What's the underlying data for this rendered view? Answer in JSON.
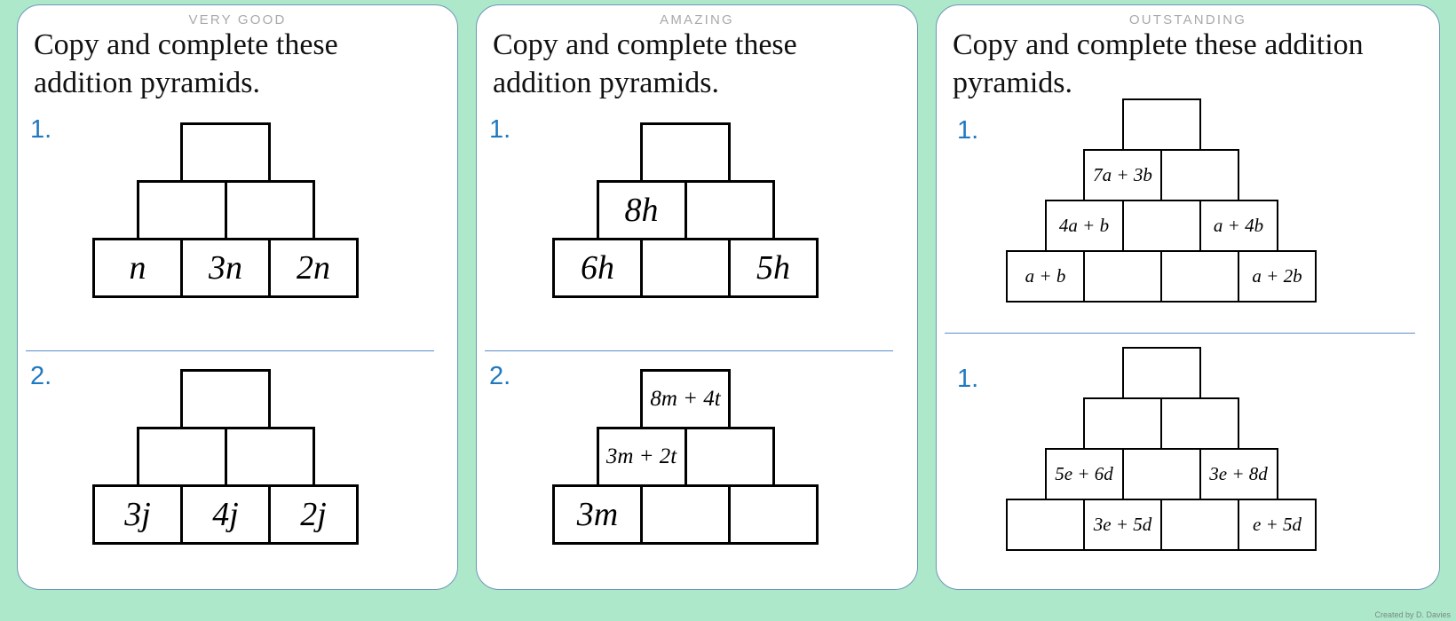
{
  "background_color": "#ACE8C9",
  "accent_color": "#1F79C0",
  "divider_color": "#5B8DC8",
  "banner_color": "#A9A9A9",
  "footer": {
    "text": "Created by D. Davies"
  },
  "cards": [
    {
      "banner": "VERY GOOD",
      "heading": "Copy and complete these addition pyramids.",
      "questions": [
        {
          "number": "1.",
          "pyramid": {
            "rows": 3,
            "size": "big",
            "cells": [
              [
                "",
                "",
                ""
              ],
              [
                "",
                "",
                ""
              ],
              [
                "n",
                "3n",
                "2n"
              ]
            ]
          }
        },
        {
          "number": "2.",
          "pyramid": {
            "rows": 3,
            "size": "big",
            "cells": [
              [
                "",
                "",
                ""
              ],
              [
                "",
                "",
                ""
              ],
              [
                "3j",
                "4j",
                "2j"
              ]
            ]
          }
        }
      ]
    },
    {
      "banner": "AMAZING",
      "heading": "Copy and complete these addition pyramids.",
      "questions": [
        {
          "number": "1.",
          "pyramid": {
            "rows": 3,
            "size": "big",
            "cells": [
              [
                "",
                "",
                ""
              ],
              [
                "8h",
                "",
                ""
              ],
              [
                "6h",
                "",
                "5h"
              ]
            ]
          }
        },
        {
          "number": "2.",
          "pyramid": {
            "rows": 3,
            "size": "big",
            "cells": [
              [
                "8m + 4t",
                "",
                ""
              ],
              [
                "3m + 2t",
                "",
                ""
              ],
              [
                "3m",
                "",
                ""
              ]
            ]
          }
        }
      ]
    },
    {
      "banner": "OUTSTANDING",
      "heading": "Copy and complete these addition pyramids.",
      "questions": [
        {
          "number": "1.",
          "pyramid": {
            "rows": 4,
            "size": "small",
            "cells": [
              [
                "",
                "",
                "",
                ""
              ],
              [
                "7a + 3b",
                "",
                "",
                ""
              ],
              [
                "4a + b",
                "",
                "a + 4b",
                ""
              ],
              [
                "a + b",
                "",
                "",
                "a + 2b"
              ]
            ]
          }
        },
        {
          "number": "1.",
          "pyramid": {
            "rows": 4,
            "size": "small",
            "cells": [
              [
                "",
                "",
                "",
                ""
              ],
              [
                "",
                "",
                "",
                ""
              ],
              [
                "5e + 6d",
                "",
                "3e + 8d",
                ""
              ],
              [
                "",
                "3e + 5d",
                "",
                "e + 5d"
              ]
            ]
          }
        }
      ]
    }
  ]
}
